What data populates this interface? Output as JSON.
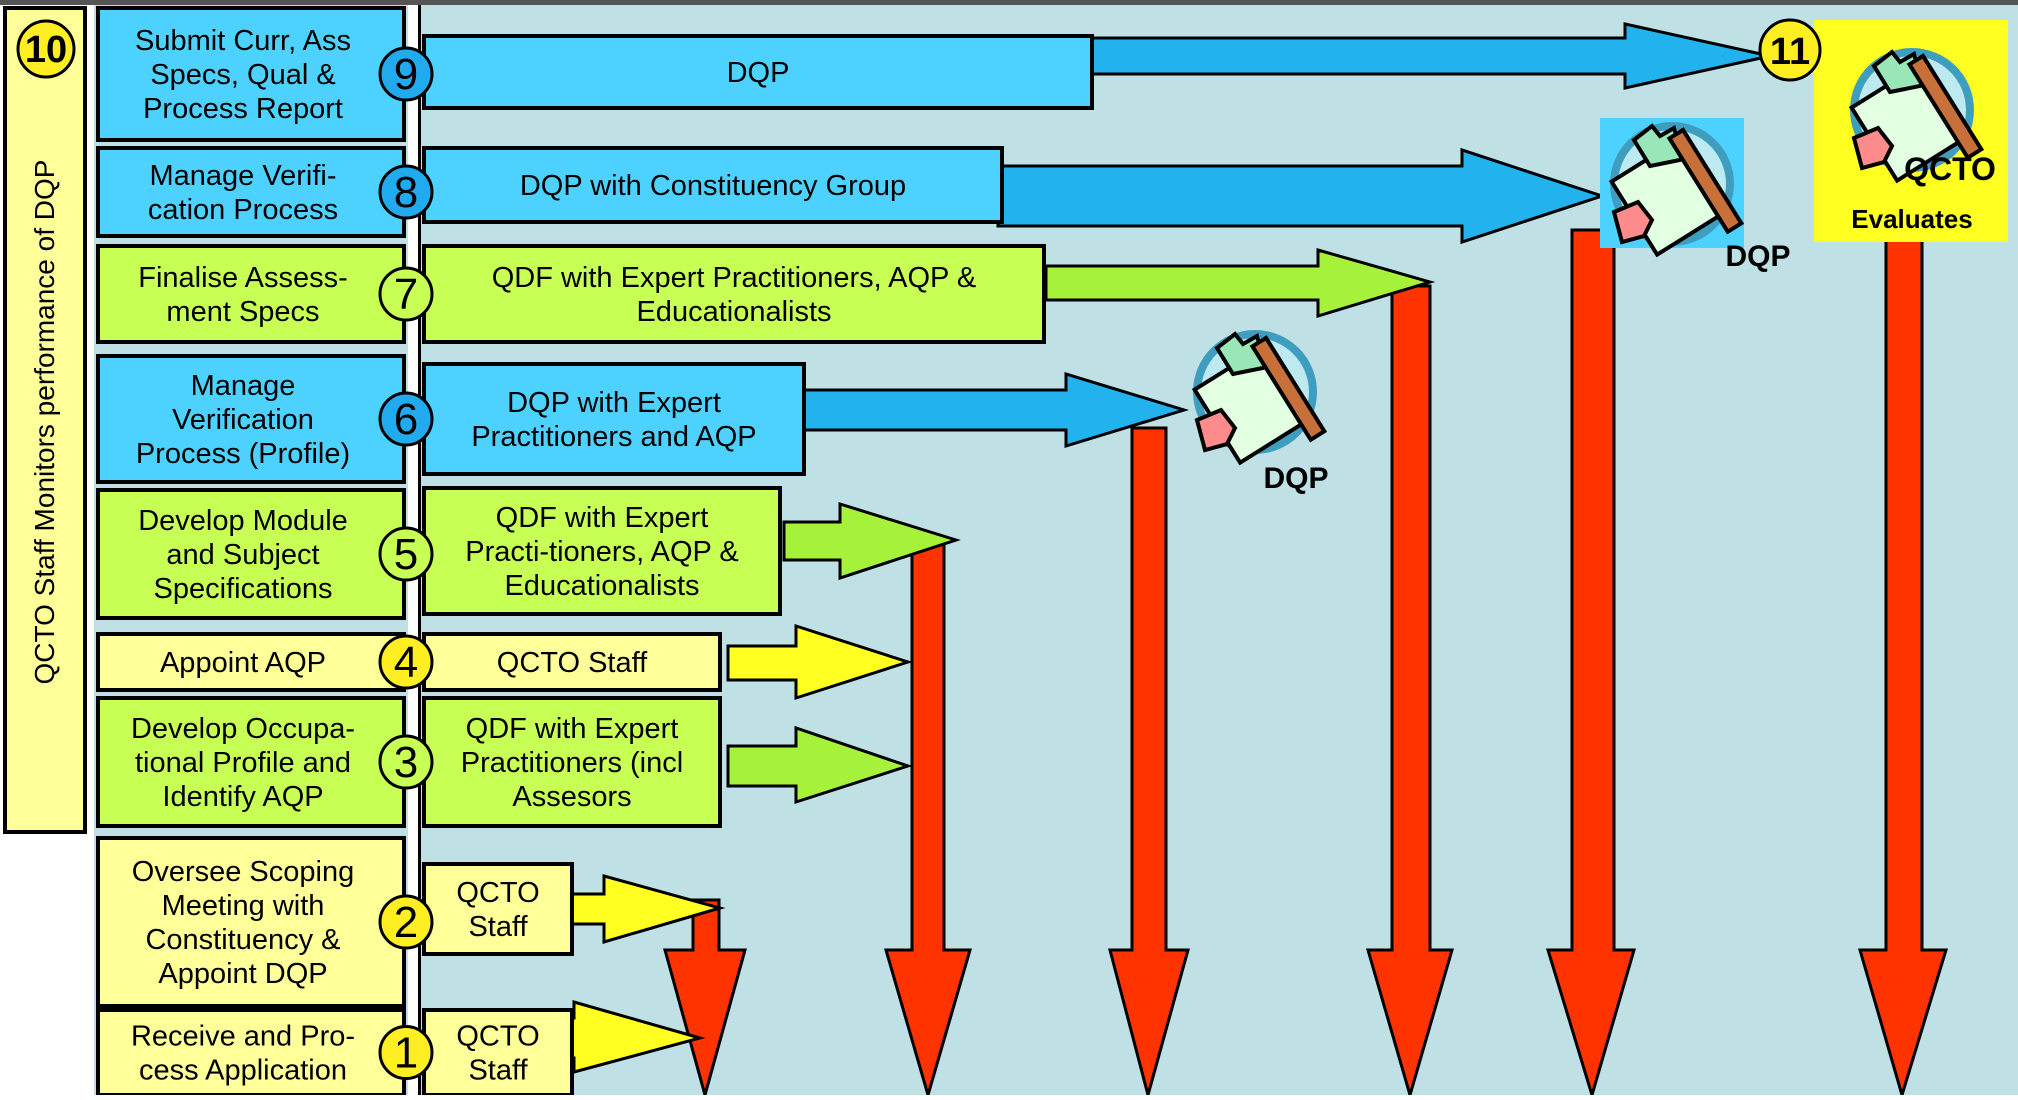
{
  "colors": {
    "background": "#bfe1e5",
    "blue": "#4dd2ff",
    "blue_arrow": "#22b2ee",
    "green": "#c8ff55",
    "green_arrow": "#a6f23a",
    "yellow": "#ffff99",
    "yellow_arrow": "#ffff22",
    "badge_yellow": "#ffee22",
    "red_arrow": "#ff3300",
    "black": "#000000"
  },
  "sidebar": {
    "number": "10",
    "label": "QCTO Staff Monitors performance of DQP"
  },
  "steps": [
    {
      "number": "9",
      "title_lines": [
        "Submit Curr, Ass",
        "Specs, Qual &",
        "Process Report"
      ],
      "actor_lines": [
        "DQP"
      ],
      "color": "blue"
    },
    {
      "number": "8",
      "title_lines": [
        "Manage Verifi-",
        "cation Process"
      ],
      "actor_lines": [
        "DQP with Constituency Group"
      ],
      "color": "blue"
    },
    {
      "number": "7",
      "title_lines": [
        "Finalise Assess-",
        "ment Specs"
      ],
      "actor_lines": [
        "QDF with Expert Practitioners, AQP &",
        "Educationalists"
      ],
      "color": "green"
    },
    {
      "number": "6",
      "title_lines": [
        "Manage",
        "Verification",
        "Process (Profile)"
      ],
      "actor_lines": [
        "DQP with Expert",
        "Practitioners and AQP"
      ],
      "color": "blue"
    },
    {
      "number": "5",
      "title_lines": [
        "Develop Module",
        "and Subject",
        "Specifications"
      ],
      "actor_lines": [
        "QDF with  Expert",
        "Practi-tioners, AQP &",
        "Educationalists"
      ],
      "color": "green"
    },
    {
      "number": "4",
      "title_lines": [
        "Appoint AQP"
      ],
      "actor_lines": [
        "QCTO Staff"
      ],
      "color": "yellow"
    },
    {
      "number": "3",
      "title_lines": [
        "Develop  Occupa-",
        "tional Profile and",
        "Identify AQP"
      ],
      "actor_lines": [
        "QDF with Expert",
        "Practitioners (incl",
        "Assesors"
      ],
      "color": "green"
    },
    {
      "number": "2",
      "title_lines": [
        "Oversee Scoping",
        "Meeting with",
        "Constituency  &",
        "Appoint DQP"
      ],
      "actor_lines": [
        "QCTO",
        "Staff"
      ],
      "color": "yellow"
    },
    {
      "number": "1",
      "title_lines": [
        "Receive and Pro-",
        "cess Application"
      ],
      "actor_lines": [
        "QCTO",
        "Staff"
      ],
      "color": "yellow"
    }
  ],
  "reviewers": [
    {
      "label": "DQP",
      "icon": "clipboard-icon"
    },
    {
      "label": "DQP",
      "icon": "clipboard-icon"
    },
    {
      "number": "11",
      "label": "QCTO",
      "sublabel": "Evaluates",
      "icon": "clipboard-icon"
    }
  ]
}
